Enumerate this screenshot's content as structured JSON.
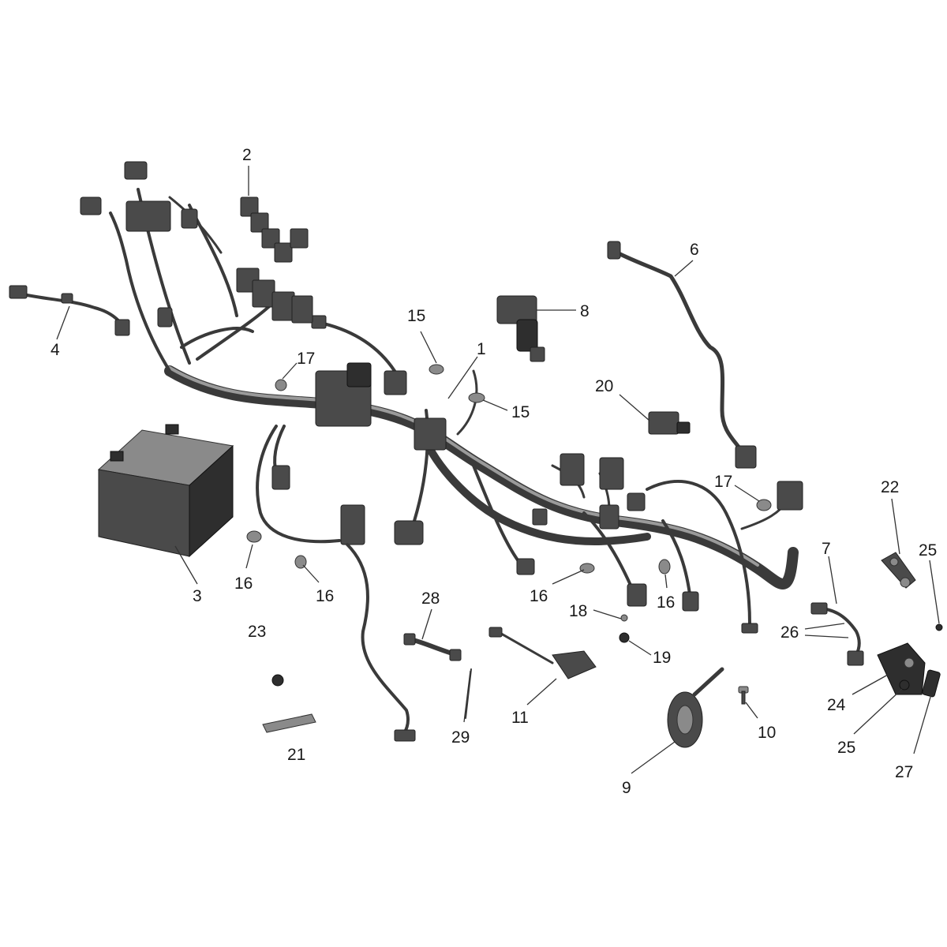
{
  "callouts": [
    {
      "id": "c2",
      "text": "2"
    },
    {
      "id": "c6",
      "text": "6"
    },
    {
      "id": "c8",
      "text": "8"
    },
    {
      "id": "c4",
      "text": "4"
    },
    {
      "id": "c15a",
      "text": "15"
    },
    {
      "id": "c1",
      "text": "1"
    },
    {
      "id": "c17a",
      "text": "17"
    },
    {
      "id": "c15b",
      "text": "15"
    },
    {
      "id": "c20",
      "text": "20"
    },
    {
      "id": "c17b",
      "text": "17"
    },
    {
      "id": "c22",
      "text": "22"
    },
    {
      "id": "c25a",
      "text": "25"
    },
    {
      "id": "c3",
      "text": "3"
    },
    {
      "id": "c16a",
      "text": "16"
    },
    {
      "id": "c16b",
      "text": "16"
    },
    {
      "id": "c16c",
      "text": "16"
    },
    {
      "id": "c16d",
      "text": "16"
    },
    {
      "id": "c7",
      "text": "7"
    },
    {
      "id": "c28",
      "text": "28"
    },
    {
      "id": "c18",
      "text": "18"
    },
    {
      "id": "c26",
      "text": "26"
    },
    {
      "id": "c23",
      "text": "23"
    },
    {
      "id": "c19",
      "text": "19"
    },
    {
      "id": "c24",
      "text": "24"
    },
    {
      "id": "c11",
      "text": "11"
    },
    {
      "id": "c10",
      "text": "10"
    },
    {
      "id": "c25b",
      "text": "25"
    },
    {
      "id": "c29",
      "text": "29"
    },
    {
      "id": "c21",
      "text": "21"
    },
    {
      "id": "c27",
      "text": "27"
    },
    {
      "id": "c9",
      "text": "9"
    }
  ]
}
